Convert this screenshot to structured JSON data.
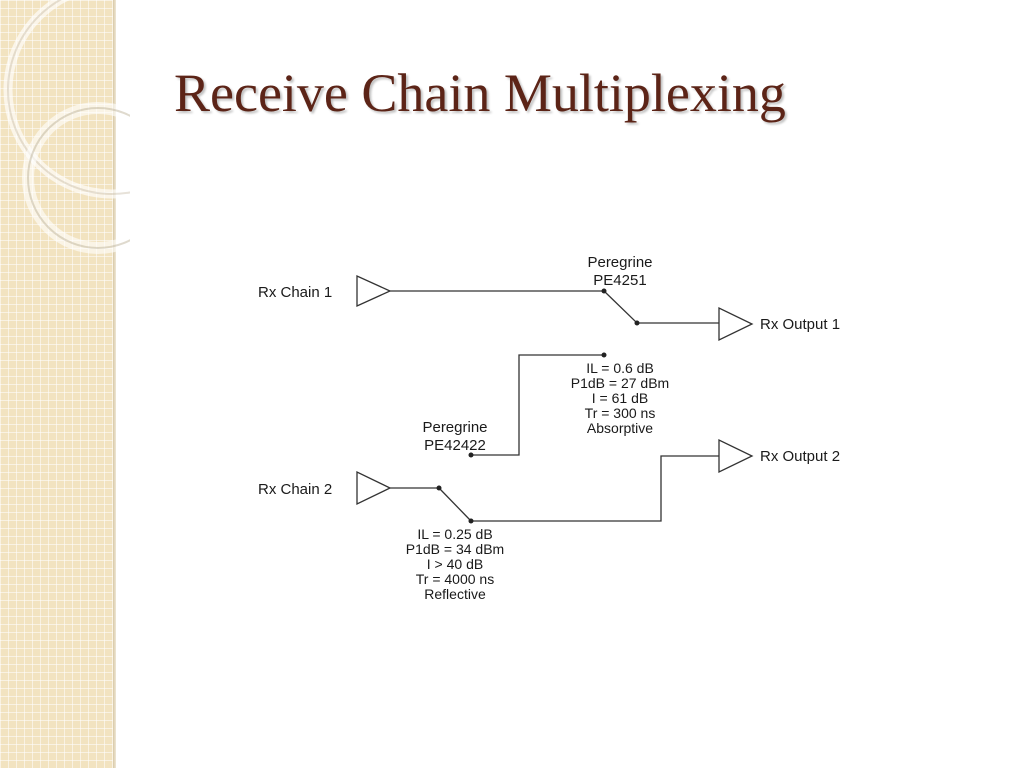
{
  "slide": {
    "title": "Receive Chain Multiplexing"
  },
  "diagram": {
    "inputs": [
      "Rx Chain 1",
      "Rx Chain 2"
    ],
    "outputs": [
      "Rx Output 1",
      "Rx Output 2"
    ],
    "switch_1": {
      "maker": "Peregrine",
      "part": "PE4251",
      "specs": [
        "IL = 0.6 dB",
        "P1dB = 27 dBm",
        "I = 61 dB",
        "Tr = 300 ns",
        "Absorptive"
      ]
    },
    "switch_2": {
      "maker": "Peregrine",
      "part": "PE42422",
      "specs": [
        "IL = 0.25 dB",
        "P1dB = 34 dBm",
        "I > 40 dB",
        "Tr = 4000 ns",
        "Reflective"
      ]
    }
  },
  "colors": {
    "title": "#5c2417",
    "sidebar": "#f2e3c0",
    "line": "#333333"
  }
}
